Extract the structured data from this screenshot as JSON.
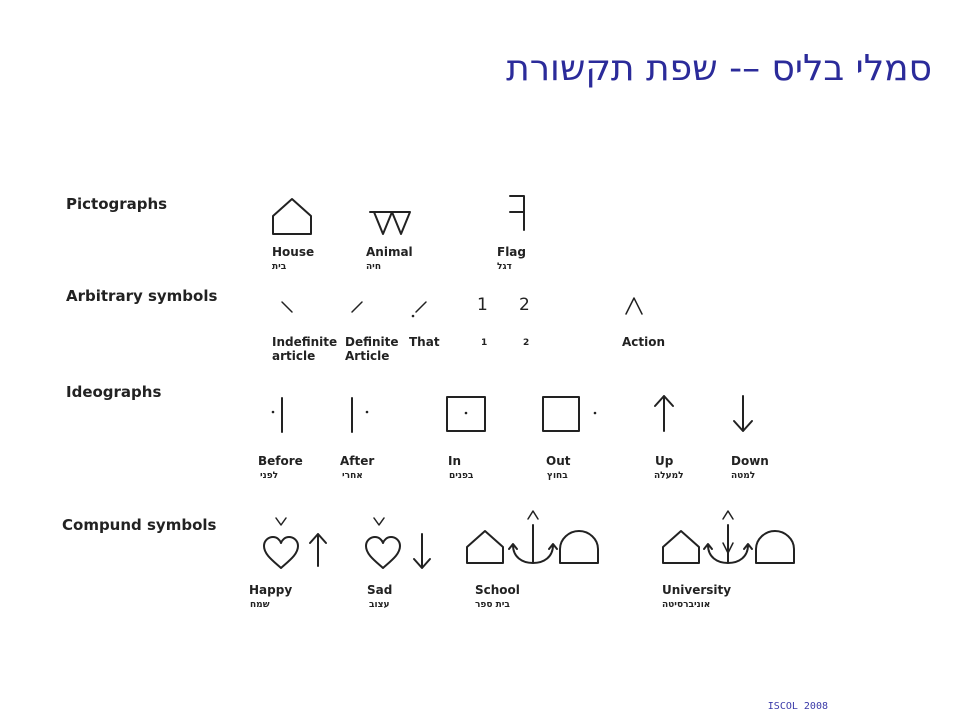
{
  "title": "סמלי בליס –- שפת תקשורת",
  "categories": {
    "pictographs": "Pictographs",
    "arbitrary": "Arbitrary symbols",
    "ideographs": "Ideographs",
    "compound": "Compund symbols"
  },
  "pictographs": {
    "house": {
      "en": "House",
      "he": "בית",
      "icon": "house-icon"
    },
    "animal": {
      "en": "Animal",
      "he": "חיה",
      "icon": "animal-icon"
    },
    "flag": {
      "en": "Flag",
      "he": "דגל",
      "icon": "flag-icon"
    }
  },
  "arbitrary": {
    "indefinite": {
      "en1": "Indefinite",
      "en2": "article"
    },
    "definite": {
      "en1": "Definite",
      "en2": "Article"
    },
    "that": {
      "en": "That"
    },
    "one": {
      "digit": "1",
      "he": "1"
    },
    "two": {
      "digit": "2",
      "he": "2"
    },
    "action": {
      "en": "Action",
      "icon": "caret-icon"
    }
  },
  "ideographs": {
    "before": {
      "en": "Before",
      "he": "לפני"
    },
    "after": {
      "en": "After",
      "he": "אחרי"
    },
    "in": {
      "en": "In",
      "he": "בפנים"
    },
    "out": {
      "en": "Out",
      "he": "בחוץ"
    },
    "up": {
      "en": "Up",
      "he": "למעלה"
    },
    "down": {
      "en": "Down",
      "he": "למטה"
    }
  },
  "compound": {
    "happy": {
      "en": "Happy",
      "he": "שמח"
    },
    "sad": {
      "en": "Sad",
      "he": "עצוב"
    },
    "school": {
      "en": "School",
      "he": "בית ספר"
    },
    "university": {
      "en": "University",
      "he": "אוניברסיטה"
    }
  },
  "footer": "ISCOL 2008",
  "colors": {
    "title": "#2b2b9a",
    "footer": "#3a3aa8",
    "ink": "#222222"
  }
}
